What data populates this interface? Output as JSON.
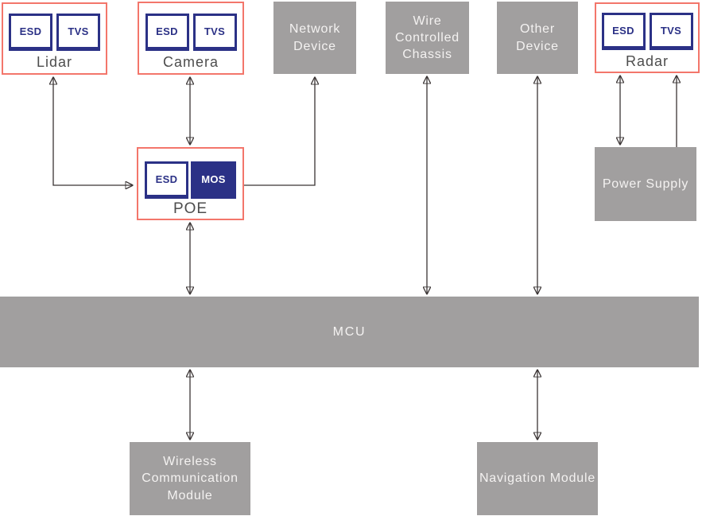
{
  "diagram": {
    "nodes": {
      "lidar": {
        "label": "Lidar",
        "chip1": "ESD",
        "chip2": "TVS"
      },
      "camera": {
        "label": "Camera",
        "chip1": "ESD",
        "chip2": "TVS"
      },
      "network_device": {
        "label": "Network Device"
      },
      "wire_controlled_chassis": {
        "label": "Wire Controlled Chassis"
      },
      "other_device": {
        "label": "Other Device"
      },
      "radar": {
        "label": "Radar",
        "chip1": "ESD",
        "chip2": "TVS"
      },
      "poe": {
        "label": "POE",
        "chip1": "ESD",
        "chip2": "MOS"
      },
      "power_supply": {
        "label": "Power Supply"
      },
      "mcu": {
        "label": "MCU"
      },
      "wireless_communication_module": {
        "label": "Wireless Communication Module"
      },
      "navigation_module": {
        "label": "Navigation Module"
      }
    },
    "colors": {
      "group_border": "#f3766b",
      "navy": "#2b3186",
      "gray_box": "#a19f9f",
      "box_text": "#f4f2f1",
      "label_text": "#4d4d4d",
      "arrow": "#3a3434",
      "background": "#ffffff"
    },
    "connections": [
      {
        "from": "lidar",
        "to": "poe",
        "shape": "elbow",
        "arrows": "both"
      },
      {
        "from": "camera",
        "to": "poe",
        "shape": "straight",
        "arrows": "both"
      },
      {
        "from": "poe",
        "to": "network_device",
        "shape": "elbow",
        "arrows": "to"
      },
      {
        "from": "poe",
        "to": "mcu",
        "shape": "straight",
        "arrows": "both"
      },
      {
        "from": "wire_controlled_chassis",
        "to": "mcu",
        "shape": "straight",
        "arrows": "both"
      },
      {
        "from": "other_device",
        "to": "mcu",
        "shape": "straight",
        "arrows": "both"
      },
      {
        "from": "radar",
        "to": "power_supply",
        "shape": "straight",
        "arrows": "both"
      },
      {
        "from": "power_supply",
        "to": "radar",
        "shape": "straight",
        "arrows": "to"
      },
      {
        "from": "mcu",
        "to": "wireless_communication_module",
        "shape": "straight",
        "arrows": "both"
      },
      {
        "from": "mcu",
        "to": "navigation_module",
        "shape": "straight",
        "arrows": "both"
      }
    ]
  }
}
